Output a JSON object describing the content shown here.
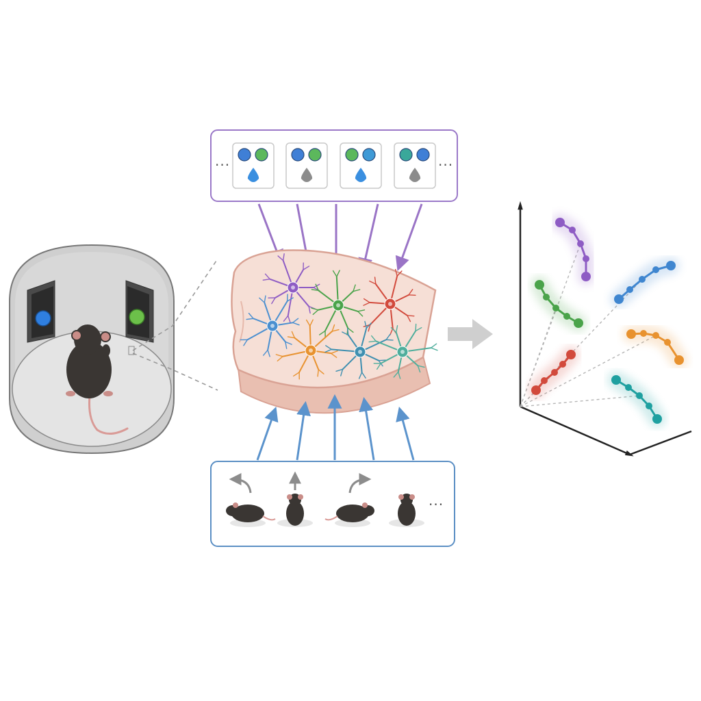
{
  "stimuli": {
    "continuation": "···",
    "trials": [
      {
        "lights": [
          "#3f7fd6",
          "#5cb85c"
        ],
        "drop": "#3a8fe0"
      },
      {
        "lights": [
          "#3f7fd6",
          "#5cb85c"
        ],
        "drop": "#8c8c8c"
      },
      {
        "lights": [
          "#5cb85c",
          "#3f9ad6"
        ],
        "drop": "#3a8fe0"
      },
      {
        "lights": [
          "#3aa89a",
          "#3f7fd6"
        ],
        "drop": "#8c8c8c"
      }
    ]
  },
  "behaviors": {
    "continuation": "···",
    "items": [
      {
        "pose": "side-left",
        "arrow": "turn-left"
      },
      {
        "pose": "top",
        "arrow": "forward"
      },
      {
        "pose": "side-right",
        "arrow": "turn-right"
      },
      {
        "pose": "top",
        "arrow": "none"
      }
    ]
  },
  "neurons": [
    {
      "color": "#8e5cc4"
    },
    {
      "color": "#4aa34a"
    },
    {
      "color": "#d24a3c"
    },
    {
      "color": "#4a8fd0"
    },
    {
      "color": "#e8922f"
    },
    {
      "color": "#3e8fb0"
    },
    {
      "color": "#4fae9c"
    }
  ],
  "trajectories": [
    {
      "color": "#8e5cc4"
    },
    {
      "color": "#4aa34a"
    },
    {
      "color": "#3f86d0"
    },
    {
      "color": "#e8922f"
    },
    {
      "color": "#d24a3c"
    },
    {
      "color": "#1fa0a0"
    }
  ],
  "arena": {
    "left_light": "#2f7fe0",
    "right_light": "#6cc04a"
  },
  "colors": {
    "stimulus_border": "#9a78c8",
    "behavior_border": "#5b8fc4",
    "stimulus_arrow": "#9a74c6",
    "behavior_arrow": "#5b93cc",
    "tissue": "#f6dfd6",
    "tissue_edge": "#d9a294",
    "mouse": "#3a3633"
  }
}
